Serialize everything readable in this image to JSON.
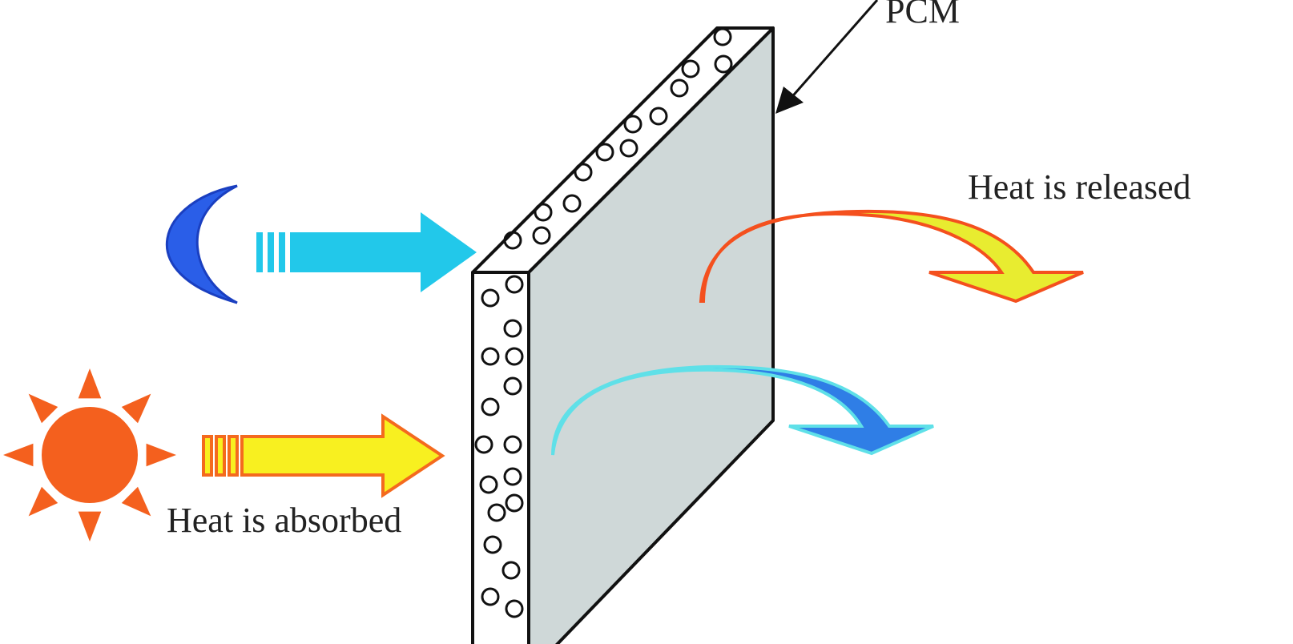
{
  "labels": {
    "pcm": "PCM",
    "heat_released": "Heat is released",
    "heat_absorbed": "Heat is absorbed"
  },
  "icons": {
    "moon": "moon-icon",
    "sun": "sun-icon"
  },
  "colors": {
    "wall_face": "#cfd8d8",
    "cyan_arrow": "#22c8ea",
    "moon": "#2a5ee8",
    "sun": "#f4601e",
    "yellow_arrow": "#f8f020",
    "orange_outline": "#f46a1e",
    "blue_arc": "#2f7ee6"
  }
}
